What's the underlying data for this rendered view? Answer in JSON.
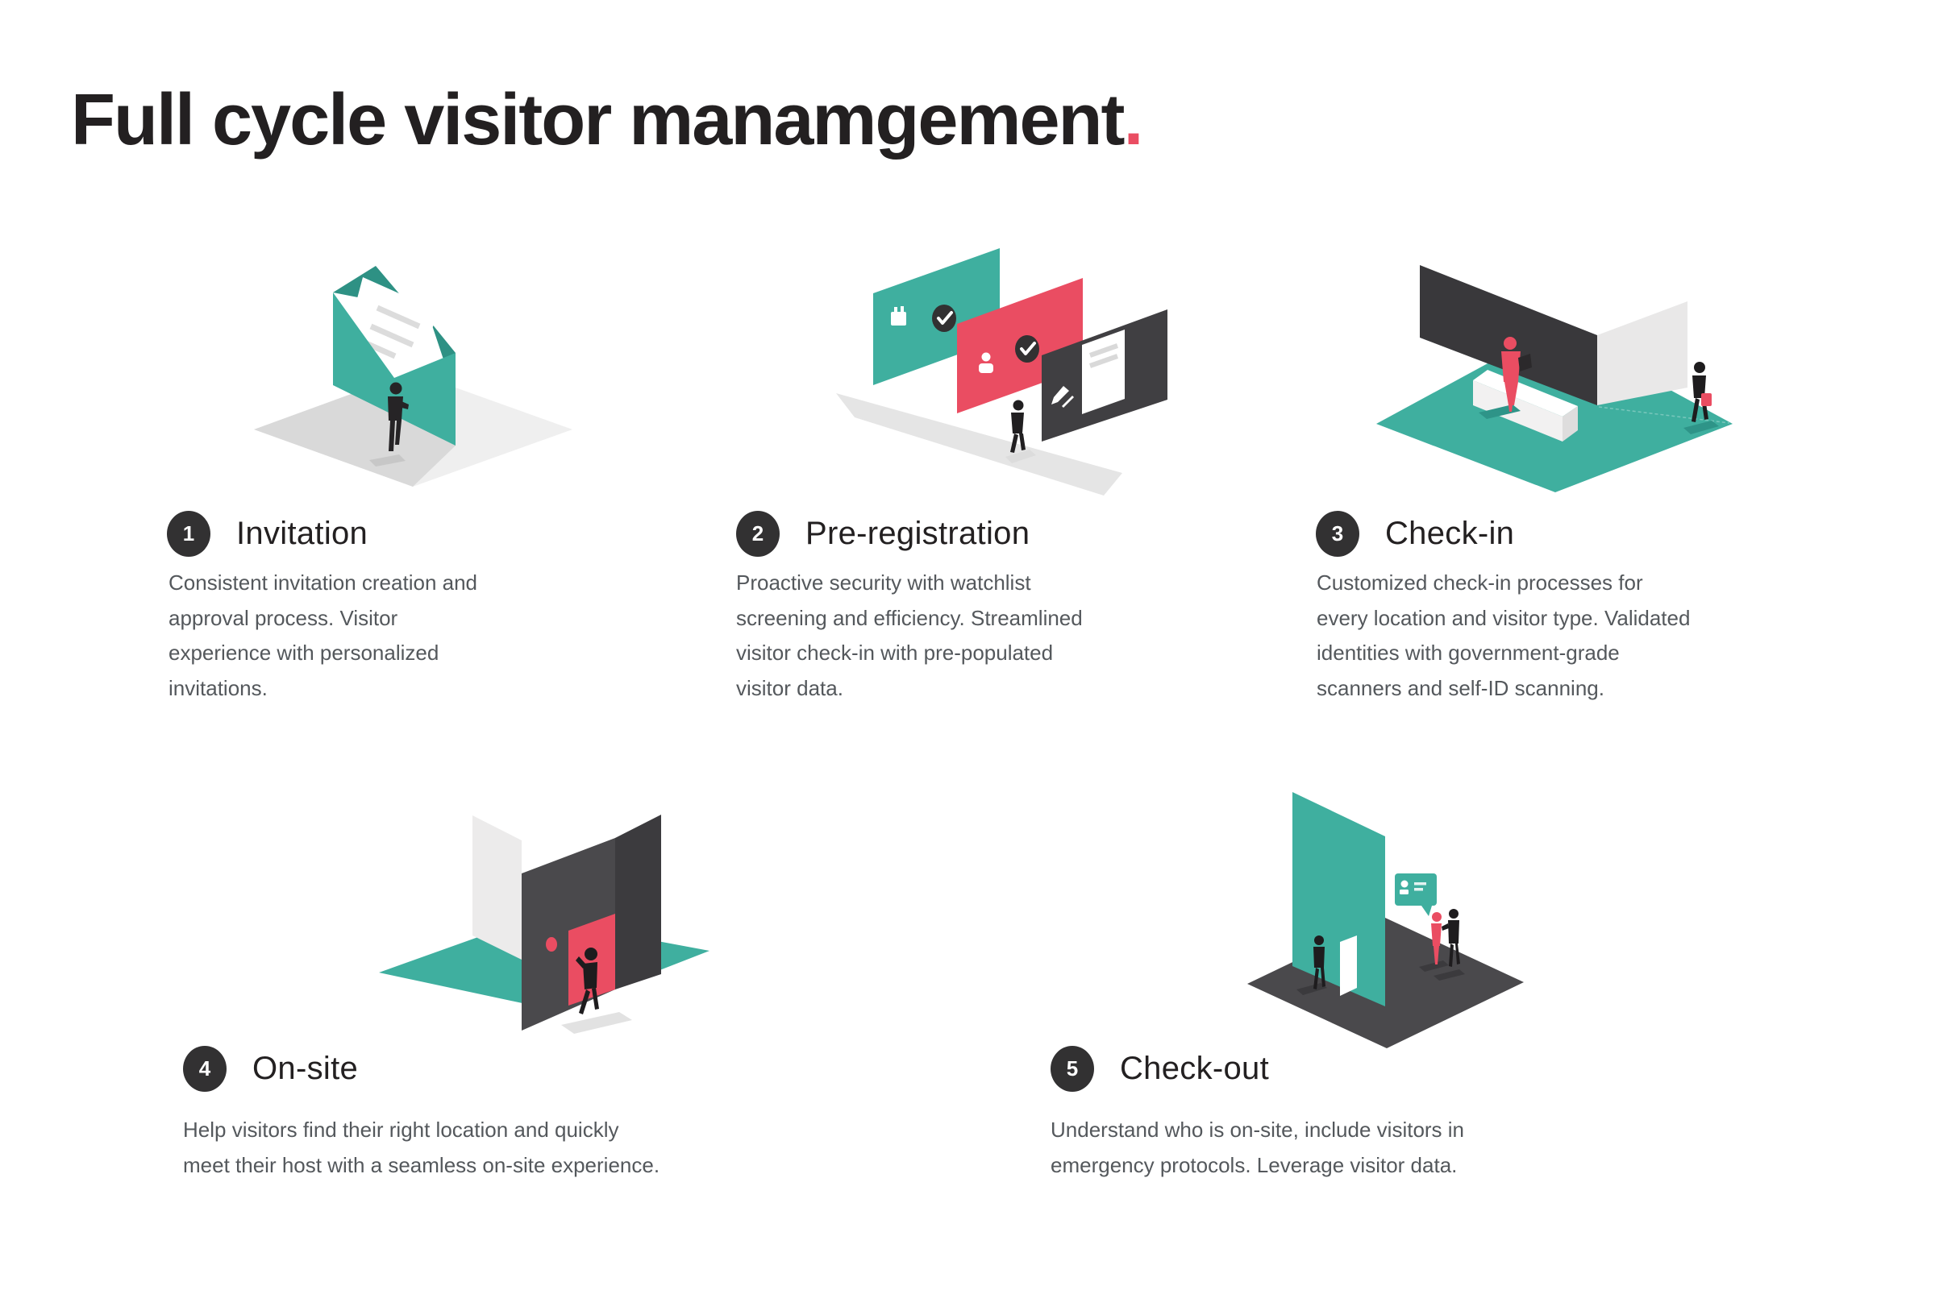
{
  "page": {
    "title": "Full cycle visitor manamgement",
    "title_period": ".",
    "background": "#ffffff"
  },
  "colors": {
    "teal": "#3FAF9F",
    "teal_dark": "#2E9184",
    "teal_shadow": "#2E9488",
    "pink": "#EA4D62",
    "charcoal": "#3E3D40",
    "charcoal_light": "#4A494C",
    "badge_background": "#323132",
    "heading_text": "#232021",
    "body_text": "#54585C",
    "light_gray_wall": "#EBEAEA",
    "floor_gray_dark": "#D9D9D9",
    "floor_gray_light": "#EFEFEF"
  },
  "steps": [
    {
      "number": "1",
      "title": "Invitation",
      "description": "Consistent invitation creation and\napproval process. Visitor\nexperience with personalized\ninvitations.",
      "illustration": "open-envelope-with-invitation-letter",
      "icons": [
        "envelope-icon",
        "letter-icon",
        "person-figure"
      ]
    },
    {
      "number": "2",
      "title": "Pre-registration",
      "description": "Proactive security with watchlist\nscreening and efficiency. Streamlined\nvisitor check-in with pre-populated\nvisitor data.",
      "illustration": "screening-panels-with-checkmarks",
      "icons": [
        "calendar-icon",
        "check-icon",
        "user-icon",
        "pencil-icon",
        "document-icon",
        "person-figure"
      ]
    },
    {
      "number": "3",
      "title": "Check-in",
      "description": "Customized check-in processes for\nevery location and visitor type. Validated\nidentities with government-grade\nscanners and self-ID scanning.",
      "illustration": "reception-desk-check-in",
      "icons": [
        "reception-desk",
        "receptionist-figure",
        "visitor-figure"
      ]
    },
    {
      "number": "4",
      "title": "On-site",
      "description": "Help visitors find their right location and quickly\nmeet their host with a seamless on-site experience.",
      "illustration": "entrance-door-on-site",
      "icons": [
        "door-icon",
        "person-figure"
      ]
    },
    {
      "number": "5",
      "title": "Check-out",
      "description": "Understand who is on-site, include visitors in\nemergency protocols. Leverage visitor data.",
      "illustration": "building-exit-conversation",
      "icons": [
        "speech-bubble-icon",
        "id-card-icon",
        "door-icon",
        "person-figure"
      ]
    }
  ]
}
